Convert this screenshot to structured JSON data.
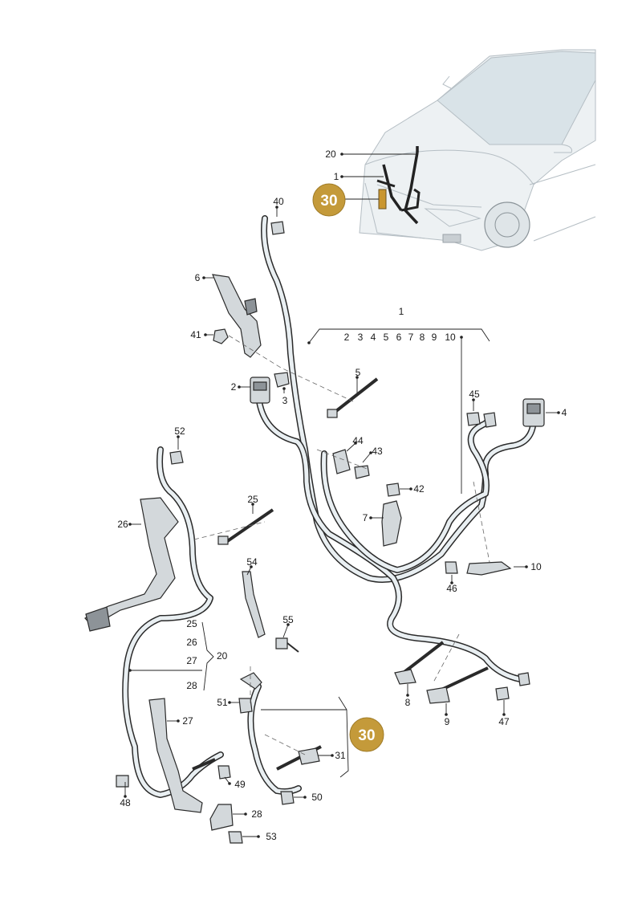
{
  "badges": {
    "main": "30",
    "lower": "30"
  },
  "colors": {
    "badge_fill": "#c49a3a",
    "hose_outline": "#2a2a2a",
    "hose_fill": "#e9eff2",
    "part_fill": "#d3d8db"
  },
  "group1": {
    "label": "1",
    "sub_items": [
      "2",
      "3",
      "4",
      "5",
      "6",
      "7",
      "8",
      "9",
      "10"
    ]
  },
  "group20": {
    "label": "20",
    "sub_items": [
      "25",
      "26",
      "27",
      "28"
    ]
  },
  "callouts": {
    "c20_top": "20",
    "c1_top": "1",
    "c40": "40",
    "c6": "6",
    "c41": "41",
    "c2": "2",
    "c3": "3",
    "c5": "5",
    "c45": "45",
    "c4": "4",
    "c44": "44",
    "c43": "43",
    "c42": "42",
    "c7": "7",
    "c52": "52",
    "c25": "25",
    "c26": "26",
    "c54": "54",
    "c55": "55",
    "c10": "10",
    "c46": "46",
    "c8": "8",
    "c9": "9",
    "c47": "47",
    "c51": "51",
    "c27": "27",
    "c31": "31",
    "c49": "49",
    "c50": "50",
    "c48": "48",
    "c28": "28",
    "c53": "53"
  }
}
